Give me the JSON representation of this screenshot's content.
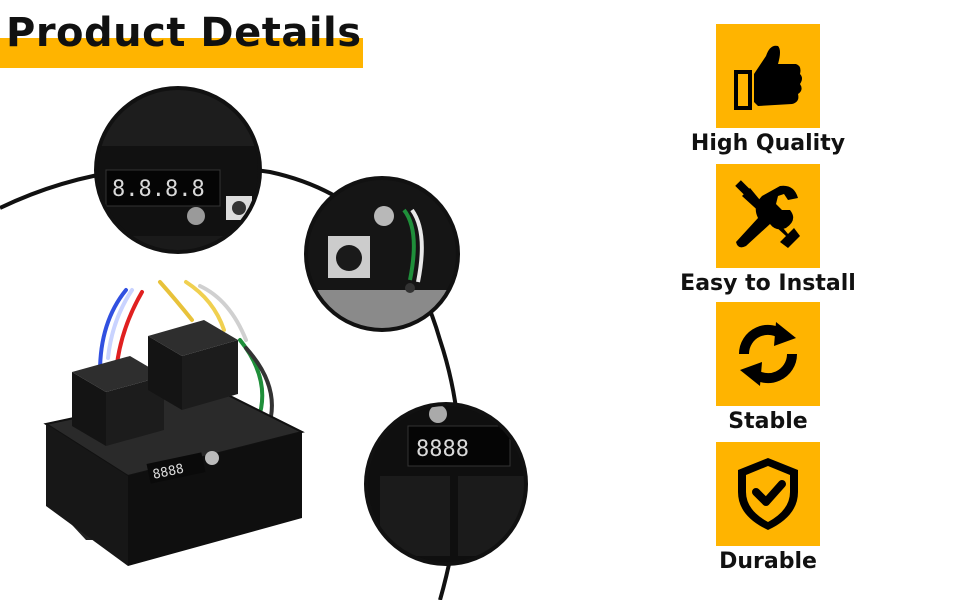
{
  "header": {
    "title": "Product Details"
  },
  "colors": {
    "accent": "#ffb400",
    "text": "#111111",
    "product": "#1b1b1b"
  },
  "features": [
    {
      "label": "High Quality",
      "icon": "thumbs-up-icon"
    },
    {
      "label": "Easy to Install",
      "icon": "tools-icon"
    },
    {
      "label": "Stable",
      "icon": "refresh-icon"
    },
    {
      "label": "Durable",
      "icon": "shield-check-icon"
    }
  ],
  "product": {
    "display_text": "8.8.8.8"
  }
}
